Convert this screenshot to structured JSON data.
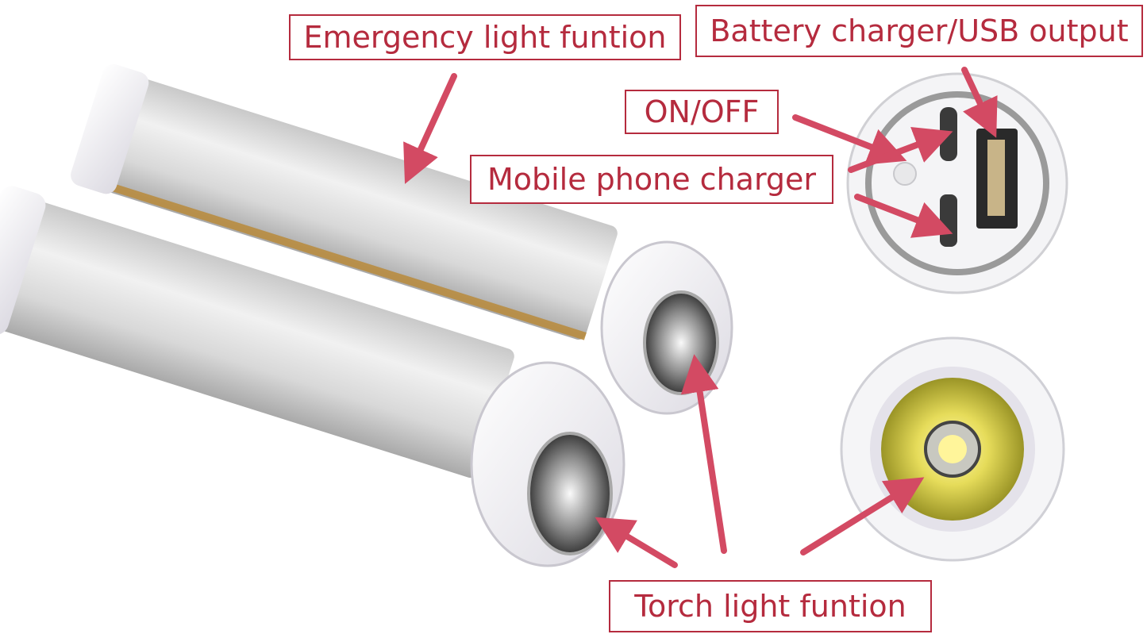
{
  "labels": {
    "emergency": "Emergency light funtion",
    "battery": "Battery charger/USB output",
    "onoff": "ON/OFF",
    "mobile": "Mobile phone charger",
    "torch": "Torch light funtion"
  },
  "colors": {
    "label_red": "#b52b3e",
    "arrow_pink": "#d34a63",
    "tube_body": "#dcdcdc",
    "cap_white": "#f4f2f6",
    "brass_seam": "#b8893a",
    "led_yellow": "#e6dc5a"
  }
}
